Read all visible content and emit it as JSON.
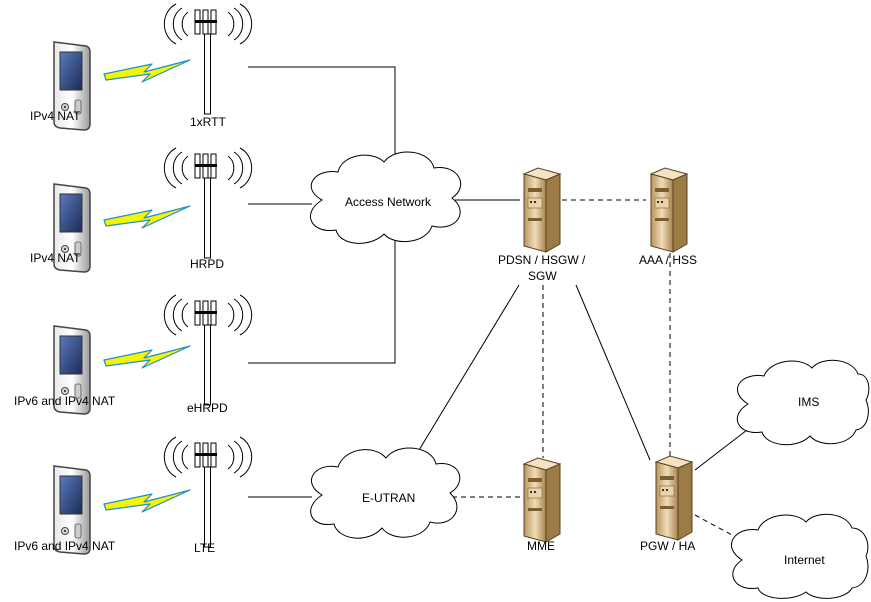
{
  "devices": [
    {
      "label": "IPv4 NAT"
    },
    {
      "label": "IPv4 NAT"
    },
    {
      "label": "IPv6 and IPv4 NAT"
    },
    {
      "label": "IPv6 and IPv4 NAT"
    }
  ],
  "towers": [
    {
      "label": "1xRTT"
    },
    {
      "label": "HRPD"
    },
    {
      "label": "eHRPD"
    },
    {
      "label": "LTE"
    }
  ],
  "clouds": {
    "access_network": "Access Network",
    "eutran": "E-UTRAN",
    "ims": "IMS",
    "internet": "Internet"
  },
  "servers": {
    "pdsn_line1": "PDSN / HSGW /",
    "pdsn_line2": "SGW",
    "aaa": "AAA / HSS",
    "mme": "MME",
    "pgw": "PGW / HA"
  },
  "colors": {
    "lightning": "#f5f500",
    "lightning_edge": "#1e8ed6",
    "server_body": "#d9b98a",
    "cloud_fill": "#ffffff"
  }
}
